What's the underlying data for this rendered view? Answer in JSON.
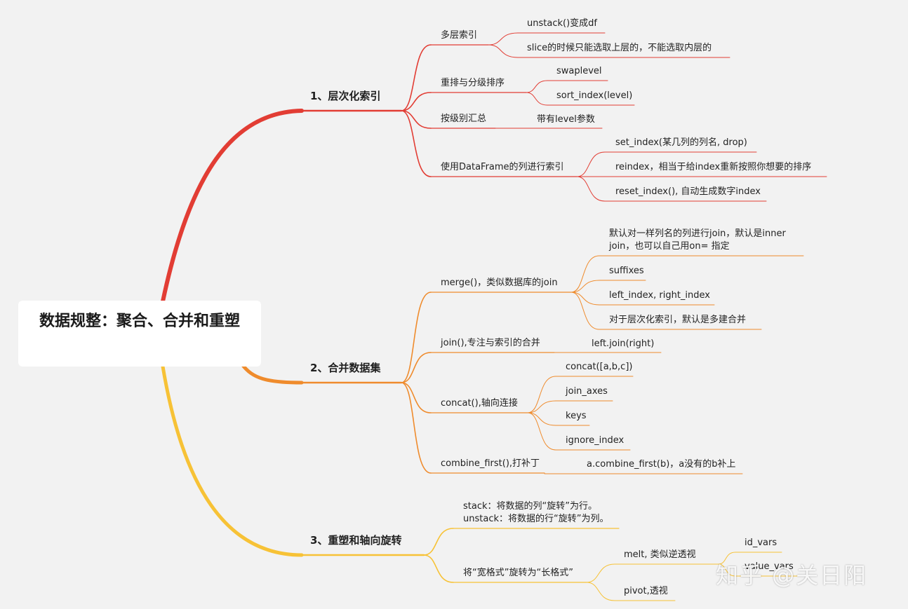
{
  "root": {
    "title": "数据规整：聚合、合并和重塑"
  },
  "colors": {
    "red": "#e23d34",
    "orange": "#ef8b2c",
    "yellow": "#f7c236"
  },
  "branches": [
    {
      "label": "1、层次化索引",
      "children": [
        {
          "label": "多层索引",
          "children": [
            "unstack()变成df",
            "slice的时候只能选取上层的，不能选取内层的"
          ]
        },
        {
          "label": "重排与分级排序",
          "children": [
            "swaplevel",
            "sort_index(level)"
          ]
        },
        {
          "label": "按级别汇总",
          "children": [
            "带有level参数"
          ]
        },
        {
          "label": "使用DataFrame的列进行索引",
          "children": [
            "set_index(某几列的列名, drop)",
            "reindex，相当于给index重新按照你想要的排序",
            "reset_index(), 自动生成数字index"
          ]
        }
      ]
    },
    {
      "label": "2、合并数据集",
      "children": [
        {
          "label": "merge()，类似数据库的join",
          "children": [
            "默认对一样列名的列进行join，默认是inner",
            "join，也可以自己用on= 指定",
            "suffixes",
            "left_index, right_index",
            "对于层次化索引，默认是多建合并"
          ]
        },
        {
          "label": "join(),专注与索引的合并",
          "children": [
            "left.join(right)"
          ]
        },
        {
          "label": "concat(),轴向连接",
          "children": [
            "concat([a,b,c])",
            "join_axes",
            "keys",
            "ignore_index"
          ]
        },
        {
          "label": "combine_first(),打补丁",
          "children": [
            "a.combine_first(b)，a没有的b补上"
          ]
        }
      ]
    },
    {
      "label": "3、重塑和轴向旋转",
      "children": [
        {
          "label": "stack：将数据的列“旋转”为行。",
          "label2": "unstack：将数据的行“旋转”为列。"
        },
        {
          "label": "将“宽格式”旋转为“长格式”",
          "children": [
            {
              "label": "melt, 类似逆透视",
              "children": [
                "id_vars",
                "value_vars"
              ]
            },
            {
              "label": "pivot,透视"
            }
          ]
        }
      ]
    }
  ],
  "watermark": "知乎 @关日阳"
}
